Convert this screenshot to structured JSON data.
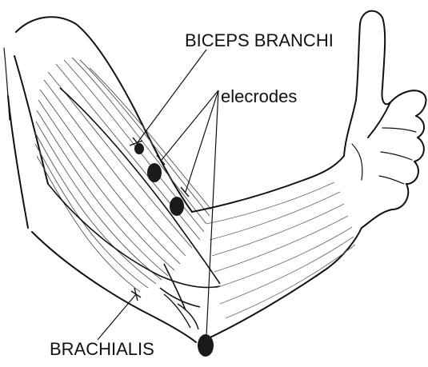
{
  "labels": {
    "biceps": "BICEPS BRANCHI",
    "electrodes": "elecrodes",
    "brachialis": "BRACHIALIS"
  },
  "colors": {
    "ink": "#111111",
    "fiber": "#555555",
    "electrode": "#1a1a1a",
    "background": "#ffffff"
  },
  "electrodes": [
    {
      "name": "electrode-1"
    },
    {
      "name": "electrode-2"
    },
    {
      "name": "electrode-3"
    },
    {
      "name": "electrode-ground"
    }
  ]
}
